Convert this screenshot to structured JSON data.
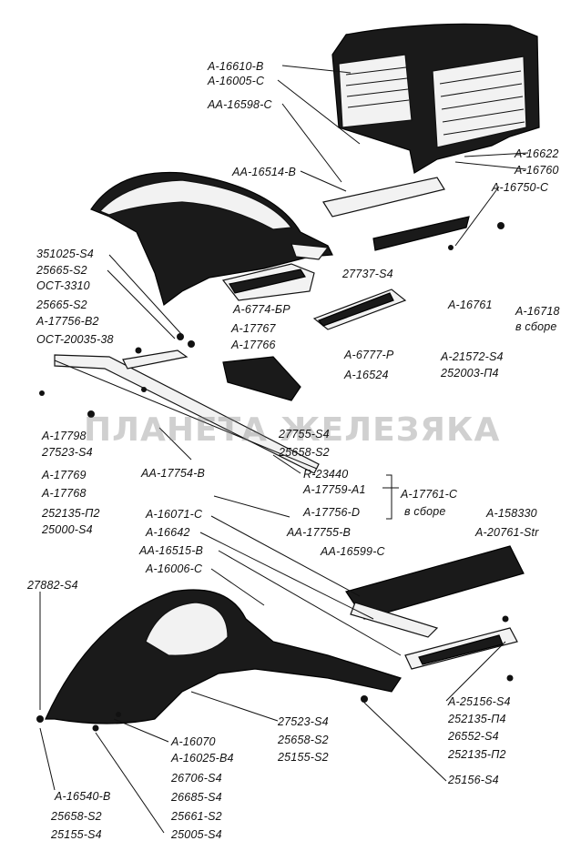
{
  "labels": {
    "a16610b": "A-16610-B",
    "a16005c": "A-16005-C",
    "aa16598c": "AA-16598-C",
    "a16622": "A-16622",
    "a16760": "A-16760",
    "aa16514b": "AA-16514-B",
    "a16750c": "A-16750-C",
    "s351025": "351025-S4",
    "s25665a": "25665-S2",
    "ost3310": "OCT-3310",
    "s25665b": "25665-S2",
    "a17756b2": "A-17756-B2",
    "ost20035": "OCT-20035-38",
    "s27737": "27737-S4",
    "a6774": "A-6774-БР",
    "a16761": "A-16761",
    "a16718": "A-16718",
    "v_sbore1": "в сборе",
    "a17767": "A-17767",
    "a17766": "A-17766",
    "a6777": "A-6777-P",
    "a21572": "A-21572-S4",
    "a16524": "A-16524",
    "s252003": "252003-П4",
    "a17798": "A-17798",
    "s27755": "27755-S4",
    "s27523a": "27523-S4",
    "s25658a": "25658-S2",
    "a17769": "A-17769",
    "aa17754": "AA-17754-B",
    "a17768": "A-17768",
    "r23440": "R-23440",
    "s252135a": "252135-П2",
    "a17759": "A-17759-A1",
    "a17761": "A-17761-C",
    "s25000": "25000-S4",
    "a17756d": "A-17756-D",
    "v_sbore2": "в сборе",
    "aa17755": "AA-17755-B",
    "a16071": "A-16071-C",
    "a158330": "A-158330",
    "a16642": "A-16642",
    "a20761": "A-20761-Str",
    "aa16515": "AA-16515-B",
    "aa16599": "AA-16599-C",
    "a16006": "A-16006-C",
    "s27882": "27882-S4",
    "a25156": "A-25156-S4",
    "s27523b": "27523-S4",
    "s252135b": "252135-П4",
    "s25658b": "25658-S2",
    "s26552": "26552-S4",
    "s25155a": "25155-S2",
    "s252135c": "252135-П2",
    "a16070": "A-16070",
    "a16025": "A-16025-B4",
    "s25156": "25156-S4",
    "s26706": "26706-S4",
    "s26685": "26685-S4",
    "a16540": "A-16540-B",
    "s25661": "25661-S2",
    "s25658c": "25658-S2",
    "s25005": "25005-S4",
    "s25155b": "25155-S4"
  },
  "watermark": "ПЛАНЕТА ЖЕЛЕЗЯКА"
}
